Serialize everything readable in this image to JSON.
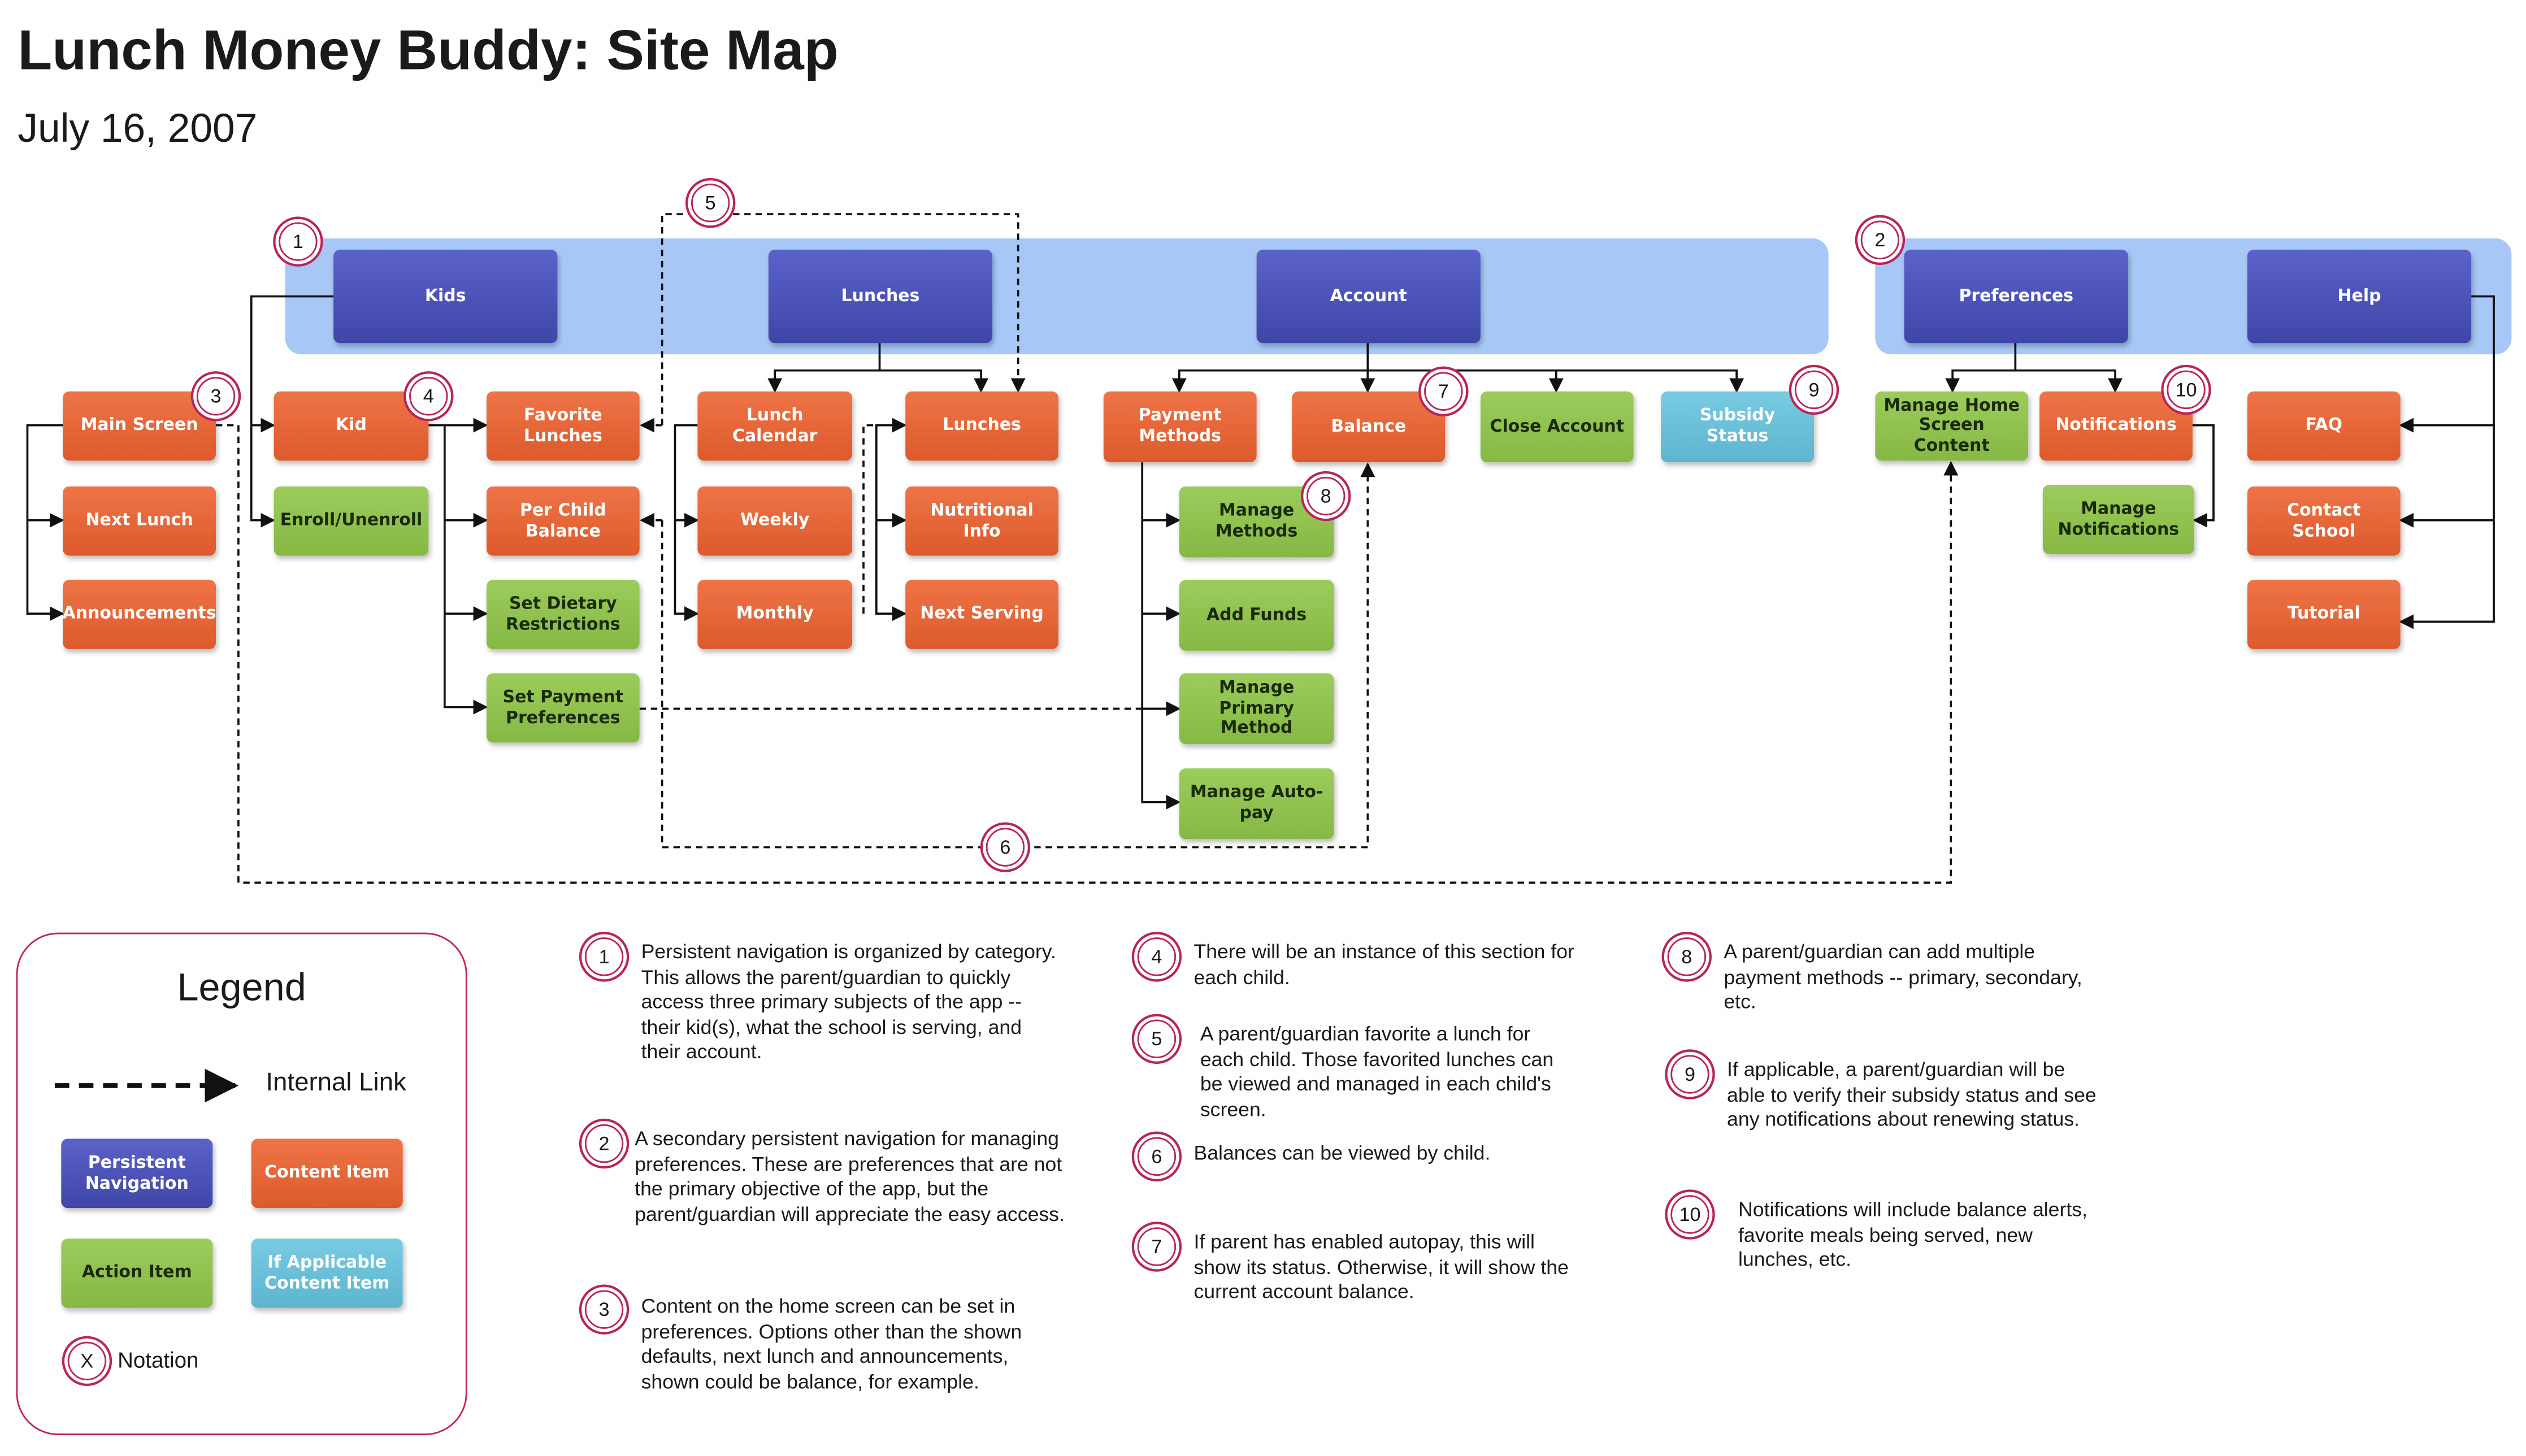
{
  "title": "Lunch Money Buddy: Site Map",
  "date": "July 16, 2007",
  "colors": {
    "persistent_navigation": "#4a51b8",
    "content_item": "#e5653a",
    "action_item": "#93c352",
    "if_applicable": "#68bfd8",
    "notation_ring": "#b8245a",
    "nav_band": "#a7c8f6"
  },
  "nodes": {
    "kids": "Kids",
    "lunches_nav": "Lunches",
    "account": "Account",
    "preferences": "Preferences",
    "help": "Help",
    "main_screen": "Main Screen",
    "next_lunch": "Next Lunch",
    "announcements": "Announcements",
    "kid": "Kid",
    "enroll_unenroll": "Enroll/Unenroll",
    "favorite_lunches": "Favorite Lunches",
    "per_child_balance": "Per Child Balance",
    "set_dietary_restrictions": "Set Dietary Restrictions",
    "set_payment_preferences": "Set Payment Preferences",
    "lunch_calendar": "Lunch Calendar",
    "weekly": "Weekly",
    "monthly": "Monthly",
    "lunches_item": "Lunches",
    "nutritional_info": "Nutritional Info",
    "next_serving": "Next Serving",
    "payment_methods": "Payment Methods",
    "manage_methods": "Manage Methods",
    "add_funds": "Add Funds",
    "manage_primary_method": "Manage Primary Method",
    "manage_auto_pay": "Manage Auto-pay",
    "balance": "Balance",
    "close_account": "Close Account",
    "subsidy_status": "Subsidy Status",
    "manage_home_screen_content": "Manage Home Screen Content",
    "notifications": "Notifications",
    "manage_notifications": "Manage Notifications",
    "faq": "FAQ",
    "contact_school": "Contact School",
    "tutorial": "Tutorial"
  },
  "markers": [
    "1",
    "2",
    "3",
    "4",
    "5",
    "6",
    "7",
    "8",
    "9",
    "10"
  ],
  "legend": {
    "title": "Legend",
    "internal_link": "Internal Link",
    "persistent_navigation": "Persistent Navigation",
    "content_item": "Content Item",
    "action_item": "Action Item",
    "if_applicable": "If Applicable Content Item",
    "notation_symbol": "X",
    "notation": "Notation"
  },
  "notes": [
    {
      "num": "1",
      "text": "Persistent navigation is organized by category.\nThis allows the parent/guardian to quickly access three primary subjects of the app -- their kid(s), what the school is serving, and their account."
    },
    {
      "num": "2",
      "text": "A secondary persistent navigation for managing preferences. These are preferences that are not the primary objective of the app, but the parent/guardian will appreciate the easy access."
    },
    {
      "num": "3",
      "text": "Content on the home screen can be set in preferences. Options other than the shown defaults, next lunch and announcements, shown could be balance, for example."
    },
    {
      "num": "4",
      "text": "There will be an instance of this section for each child."
    },
    {
      "num": "5",
      "text": "A parent/guardian favorite a lunch for each child. Those favorited lunches can be viewed and managed in each child's screen."
    },
    {
      "num": "6",
      "text": "Balances can be viewed by child."
    },
    {
      "num": "7",
      "text": "If parent has enabled autopay, this will show its status. Otherwise, it will show the current account balance."
    },
    {
      "num": "8",
      "text": "A parent/guardian can add multiple payment methods -- primary, secondary, etc."
    },
    {
      "num": "9",
      "text": "If applicable, a parent/guardian will be able to verify their subsidy status and see any notifications about renewing status."
    },
    {
      "num": "10",
      "text": "Notifications will include balance alerts, favorite meals being served, new lunches, etc."
    }
  ]
}
